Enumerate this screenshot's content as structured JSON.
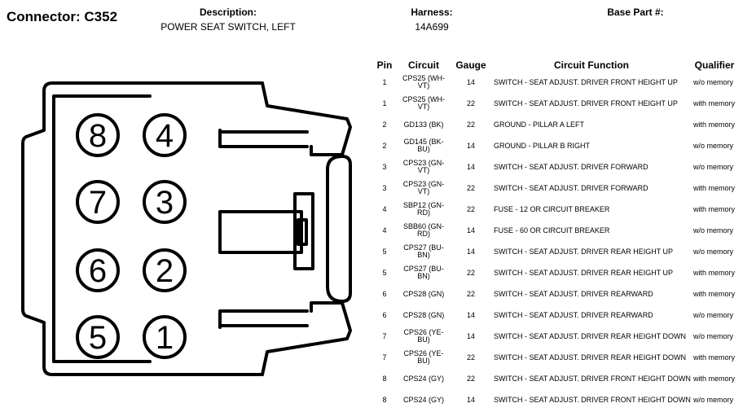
{
  "header": {
    "connector_title": "Connector: C352",
    "description_label": "Description:",
    "description_value": "POWER SEAT SWITCH, LEFT",
    "harness_label": "Harness:",
    "harness_value": "14A699",
    "base_part_label": "Base Part #:"
  },
  "connector": {
    "pin_labels": [
      "8",
      "4",
      "7",
      "3",
      "6",
      "2",
      "5",
      "1"
    ]
  },
  "table": {
    "headers": {
      "pin": "Pin",
      "circuit": "Circuit",
      "gauge": "Gauge",
      "function": "Circuit Function",
      "qualifier": "Qualifier"
    },
    "rows": [
      {
        "pin": "1",
        "circuit": "CPS25 (WH-VT)",
        "gauge": "14",
        "function": "SWITCH - SEAT ADJUST. DRIVER FRONT HEIGHT UP",
        "qualifier": "w/o memory"
      },
      {
        "pin": "1",
        "circuit": "CPS25 (WH-VT)",
        "gauge": "22",
        "function": "SWITCH - SEAT ADJUST. DRIVER FRONT HEIGHT UP",
        "qualifier": "with memory"
      },
      {
        "pin": "2",
        "circuit": "GD133 (BK)",
        "gauge": "22",
        "function": "GROUND - PILLAR A LEFT",
        "qualifier": "with memory"
      },
      {
        "pin": "2",
        "circuit": "GD145 (BK-BU)",
        "gauge": "14",
        "function": "GROUND - PILLAR B RIGHT",
        "qualifier": "w/o memory"
      },
      {
        "pin": "3",
        "circuit": "CPS23 (GN-VT)",
        "gauge": "14",
        "function": "SWITCH - SEAT ADJUST. DRIVER FORWARD",
        "qualifier": "w/o memory"
      },
      {
        "pin": "3",
        "circuit": "CPS23 (GN-VT)",
        "gauge": "22",
        "function": "SWITCH - SEAT ADJUST. DRIVER FORWARD",
        "qualifier": "with memory"
      },
      {
        "pin": "4",
        "circuit": "SBP12 (GN-RD)",
        "gauge": "22",
        "function": "FUSE - 12 OR CIRCUIT BREAKER",
        "qualifier": "with memory"
      },
      {
        "pin": "4",
        "circuit": "SBB60 (GN-RD)",
        "gauge": "14",
        "function": "FUSE - 60 OR CIRCUIT BREAKER",
        "qualifier": "w/o memory"
      },
      {
        "pin": "5",
        "circuit": "CPS27 (BU-BN)",
        "gauge": "14",
        "function": "SWITCH - SEAT ADJUST. DRIVER REAR HEIGHT UP",
        "qualifier": "w/o memory"
      },
      {
        "pin": "5",
        "circuit": "CPS27 (BU-BN)",
        "gauge": "22",
        "function": "SWITCH - SEAT ADJUST. DRIVER REAR HEIGHT UP",
        "qualifier": "with memory"
      },
      {
        "pin": "6",
        "circuit": "CPS28 (GN)",
        "gauge": "22",
        "function": "SWITCH - SEAT ADJUST. DRIVER REARWARD",
        "qualifier": "with memory"
      },
      {
        "pin": "6",
        "circuit": "CPS28 (GN)",
        "gauge": "14",
        "function": "SWITCH - SEAT ADJUST. DRIVER REARWARD",
        "qualifier": "w/o memory"
      },
      {
        "pin": "7",
        "circuit": "CPS26 (YE-BU)",
        "gauge": "14",
        "function": "SWITCH - SEAT ADJUST. DRIVER REAR HEIGHT DOWN",
        "qualifier": "w/o memory"
      },
      {
        "pin": "7",
        "circuit": "CPS26 (YE-BU)",
        "gauge": "22",
        "function": "SWITCH - SEAT ADJUST. DRIVER REAR HEIGHT DOWN",
        "qualifier": "with memory"
      },
      {
        "pin": "8",
        "circuit": "CPS24 (GY)",
        "gauge": "22",
        "function": "SWITCH - SEAT ADJUST. DRIVER FRONT HEIGHT DOWN",
        "qualifier": "with memory"
      },
      {
        "pin": "8",
        "circuit": "CPS24 (GY)",
        "gauge": "14",
        "function": "SWITCH - SEAT ADJUST. DRIVER FRONT HEIGHT DOWN",
        "qualifier": "w/o memory"
      }
    ]
  }
}
